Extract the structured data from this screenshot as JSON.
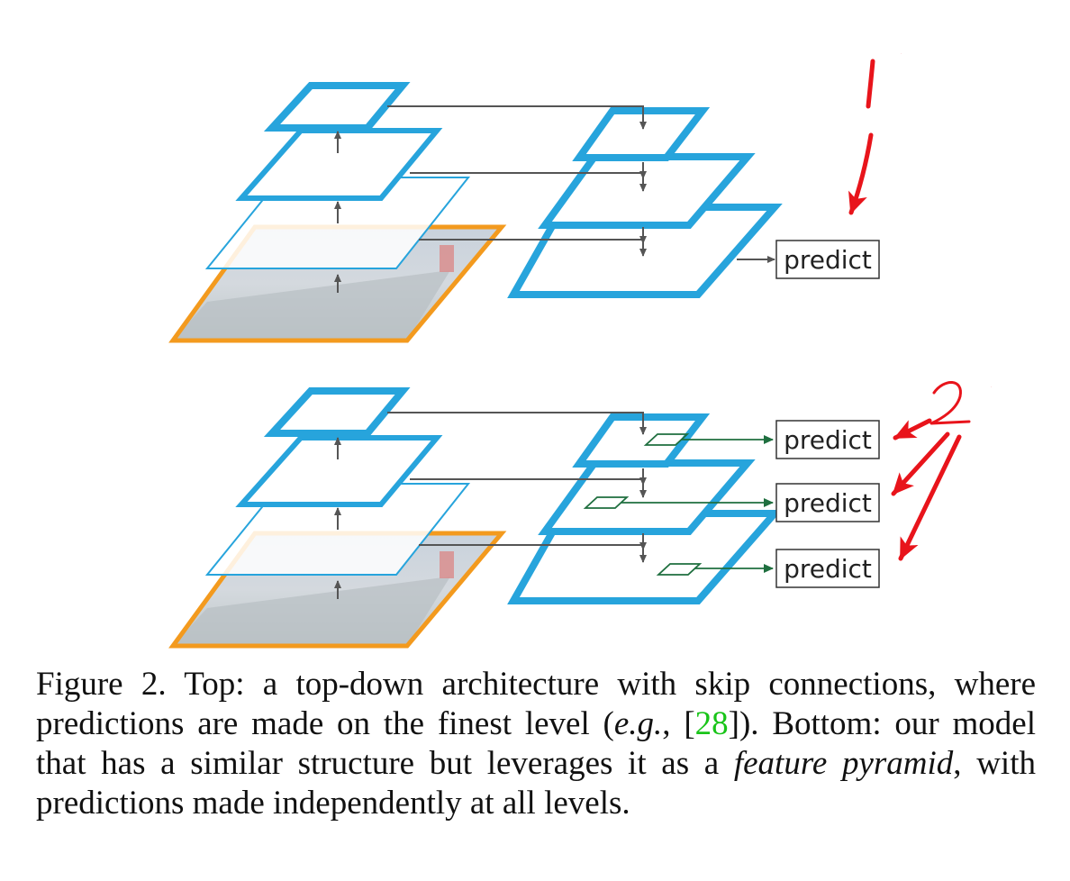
{
  "colors": {
    "feature_map": "#27a4dc",
    "image_border": "#f39a1e",
    "arrow": "#555555",
    "head_arrow": "#1f6f3f",
    "annotation": "#e8141b",
    "citation": "#19c419"
  },
  "top_diagram": {
    "predict_label": "predict",
    "annotation_label": "1"
  },
  "bottom_diagram": {
    "predict_labels": [
      "predict",
      "predict",
      "predict"
    ],
    "annotation_label": "2"
  },
  "caption": {
    "part1": "Figure 2. Top: a top-down architecture with skip connections, where predictions are made on the finest level (",
    "eg": "e.g.",
    "part2": ", [",
    "ref": "28",
    "part3": "]). Bottom: our model that has a similar structure but leverages it as a ",
    "feature_pyramid": "feature pyramid",
    "part4": ", with predictions made independently at all levels."
  }
}
